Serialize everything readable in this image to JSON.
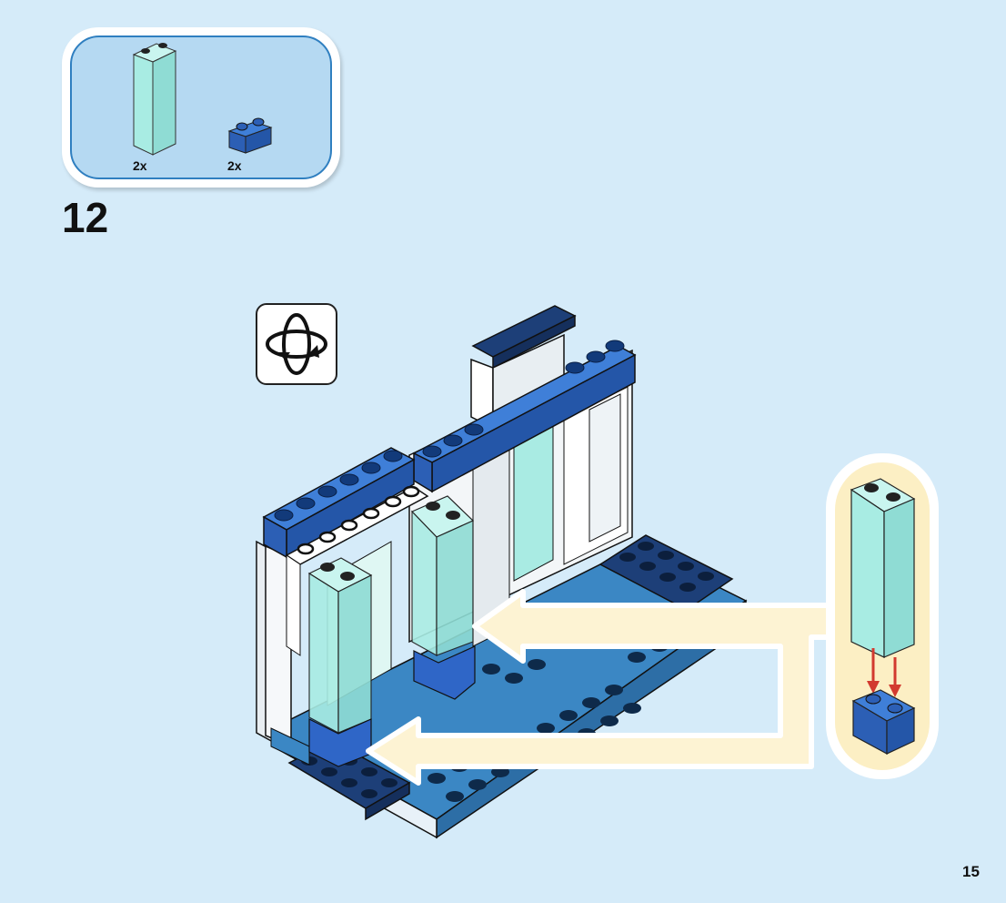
{
  "parts_list": {
    "items": [
      {
        "name": "transparent-light-blue-brick-1x2x5",
        "quantity": "2x"
      },
      {
        "name": "blue-ribbed-plate-1x2",
        "quantity": "2x"
      }
    ]
  },
  "step": {
    "number": "12"
  },
  "page": {
    "number": "15"
  },
  "icons": {
    "rotate": "rotate-model-icon"
  },
  "colors": {
    "background": "#d5ebf9",
    "parts_panel": "#b5d9f2",
    "callout": "#fcefc4",
    "arrow": "#fdf3d3",
    "brick_blue": "#2f66c7",
    "dark_blue": "#1d3f78",
    "medium_blue": "#3b87c4",
    "trans_light_blue": "#9fe8e0",
    "red_arrow": "#d23a2f"
  }
}
